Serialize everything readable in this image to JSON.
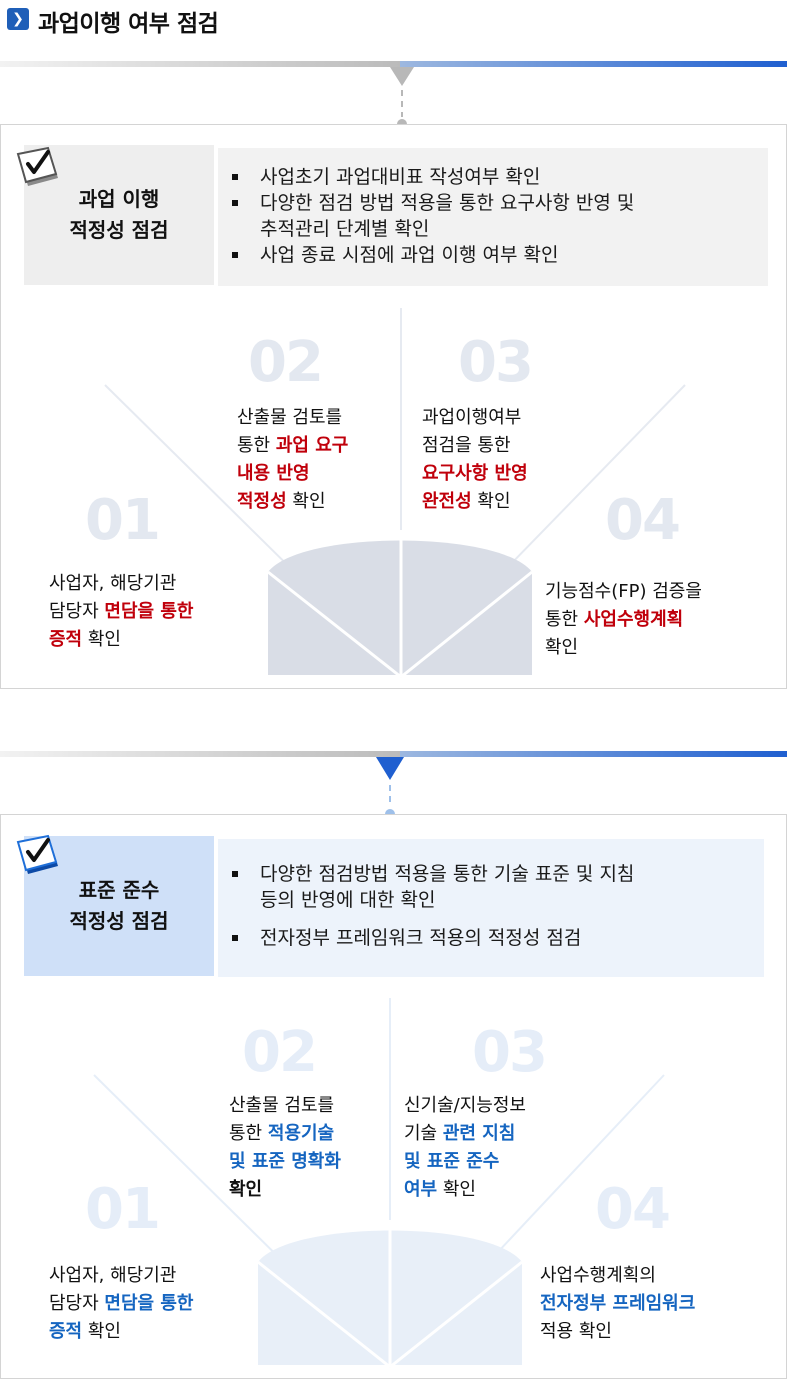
{
  "header": {
    "title": "과업이행 여부 점검"
  },
  "sections": [
    {
      "title_lines": [
        "과업 이행",
        "적정성 점검"
      ],
      "bullets": [
        "사업초기 과업대비표 작성여부 확인",
        "다양한 점검 방법 적용을 통한 요구사항 반영 및\n추적관리 단계별 확인",
        "사업 종료 시점에 과업 이행 여부 확인"
      ],
      "items": [
        {
          "num": "01",
          "l1": "사업자, 해당기관",
          "l2a": "담당자 ",
          "l2b": "면담을 통한",
          "l3a": "증적",
          "l3b": " 확인"
        },
        {
          "num": "02",
          "l1": "산출물 검토를",
          "l2a": "통한 ",
          "l2b": "과업 요구",
          "l3": "내용 반영",
          "l4a": "적정성",
          "l4b": " 확인"
        },
        {
          "num": "03",
          "l1": "과업이행여부",
          "l2": "점검을 통한",
          "l3": "요구사항 반영",
          "l4a": "완전성",
          "l4b": " 확인"
        },
        {
          "num": "04",
          "l1": "기능점수(FP) 검증을",
          "l2a": "통한 ",
          "l2b": "사업수행계획",
          "l3": "확인"
        }
      ]
    },
    {
      "title_lines": [
        "표준 준수",
        "적정성 점검"
      ],
      "bullets": [
        "다양한 점검방법 적용을 통한 기술 표준 및 지침\n등의 반영에 대한 확인",
        "전자정부 프레임워크 적용의 적정성 점검"
      ],
      "items": [
        {
          "num": "01",
          "l1": "사업자, 해당기관",
          "l2a": "담당자 ",
          "l2b": "면담을 통한",
          "l3a": "증적",
          "l3b": " 확인"
        },
        {
          "num": "02",
          "l1": "산출물 검토를",
          "l2a": "통한 ",
          "l2b": "적용기술",
          "l3": "및 표준 명확화",
          "l4": "확인"
        },
        {
          "num": "03",
          "l1": "신기술/지능정보",
          "l2a": "기술 ",
          "l2b": "관련 지침",
          "l3": "및 표준 준수",
          "l4a": "여부",
          "l4b": " 확인"
        },
        {
          "num": "04",
          "l1": "사업수행계획의",
          "l2": "전자정부 프레임워크",
          "l3": "적용 확인"
        }
      ]
    }
  ],
  "colors": {
    "accent_red": "#c0000b",
    "accent_blue": "#1565c0",
    "num_grey": "#e3e8f0",
    "num_blue": "#e5edf8",
    "dome_grey": "#d9dde6",
    "dome_blue": "#e8eff8",
    "card1_bg": "#eeeeee",
    "card2_bg": "#cfe0f8"
  }
}
